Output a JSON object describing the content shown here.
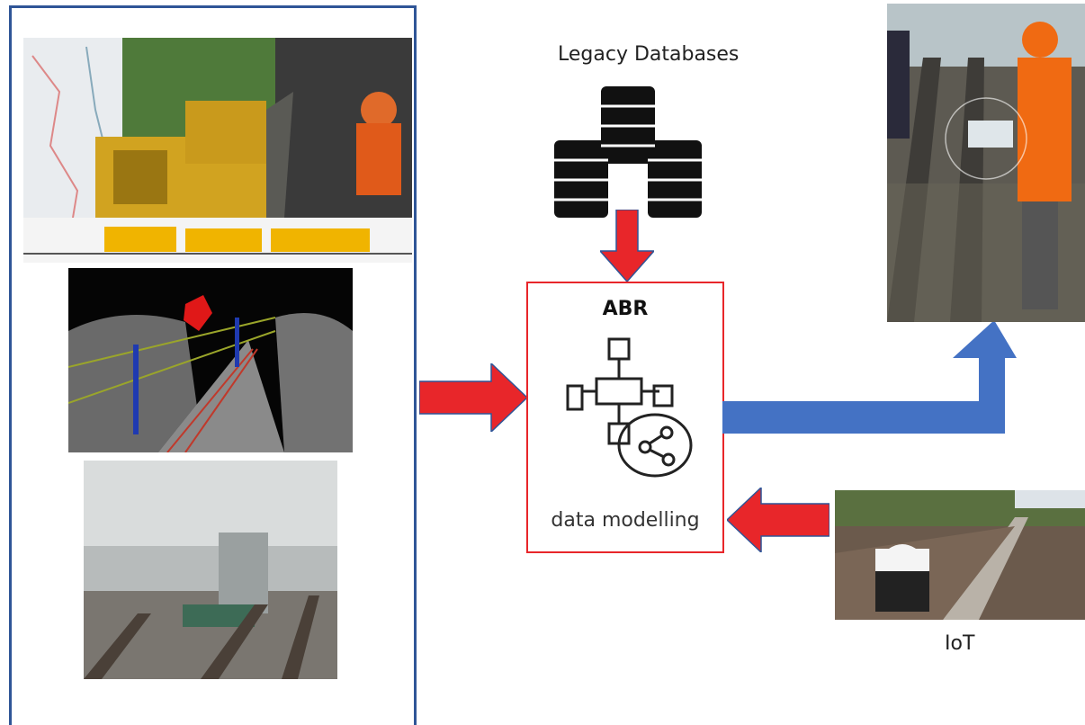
{
  "labels": {
    "legacy_databases": "Legacy Databases",
    "iot": "IoT"
  },
  "abr_box": {
    "title": "ABR",
    "caption": "data modelling"
  },
  "icons": {
    "database": "database-stack-icon",
    "data_model": "flowchart-share-icon"
  },
  "colors": {
    "red_arrow": "#e8262a",
    "blue_arrow": "#4472c4",
    "panel_border": "#2f5597",
    "abr_border": "#e8262a"
  }
}
